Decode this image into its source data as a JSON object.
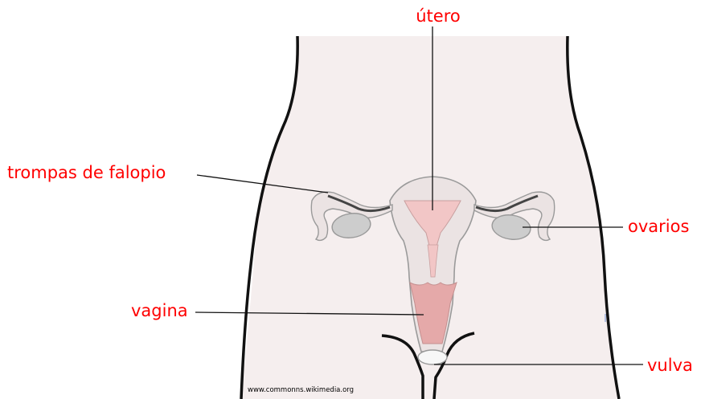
{
  "diagram": {
    "labels": {
      "uterus": "útero",
      "fallopian_tubes": "trompas de falopio",
      "ovaries": "ovarios",
      "vagina": "vagina",
      "vulva": "vulva"
    },
    "credit": "www.commonns.wikimedia.org"
  },
  "colors": {
    "label_text": "#ff0000",
    "body_fill": "#f5eeee",
    "outline": "#111111",
    "uterus_cavity": "#f2c6c6",
    "vaginal_canal": "#e5a9a9",
    "ovary_fill": "#cdcdcd",
    "organ_outline": "#9a9a9a"
  }
}
